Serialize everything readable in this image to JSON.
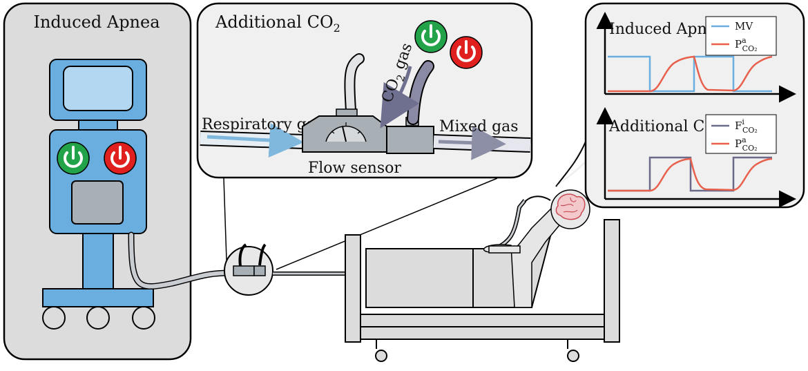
{
  "panels": {
    "induced_apnea": {
      "title": "Induced Apnea"
    },
    "additional_co2": {
      "title": "Additional CO",
      "title_sub": "2",
      "respiratory_gas": "Respiratory gas",
      "co2_gas": "CO",
      "co2_gas_sub": "2",
      "co2_gas_suffix": " gas",
      "mixed_gas": "Mixed gas",
      "flow_sensor": "Flow sensor"
    }
  },
  "charts": {
    "apnea": {
      "title": "Induced Apnea",
      "legend": [
        {
          "base": "MV",
          "sup": "",
          "sub": "",
          "color": "#6aaee0"
        },
        {
          "base": "P",
          "sup": "a",
          "sub": "CO₂",
          "color": "#e8604c"
        }
      ]
    },
    "co2": {
      "title": "Additional CO",
      "title_sub": "2",
      "legend": [
        {
          "base": "F",
          "sup": "i",
          "sub": "CO₂",
          "color": "#6b6a8a"
        },
        {
          "base": "P",
          "sup": "a",
          "sub": "CO₂",
          "color": "#e8604c"
        }
      ]
    }
  },
  "colors": {
    "panel_fill": "#dcdcdc",
    "ventilator_blue": "#6aaee0",
    "power_on": "#22a34a",
    "power_off": "#e0201f",
    "tube": "#c9cdd2"
  },
  "icons": [
    "power-on-icon",
    "power-off-icon",
    "gauge-icon",
    "brain-icon"
  ]
}
